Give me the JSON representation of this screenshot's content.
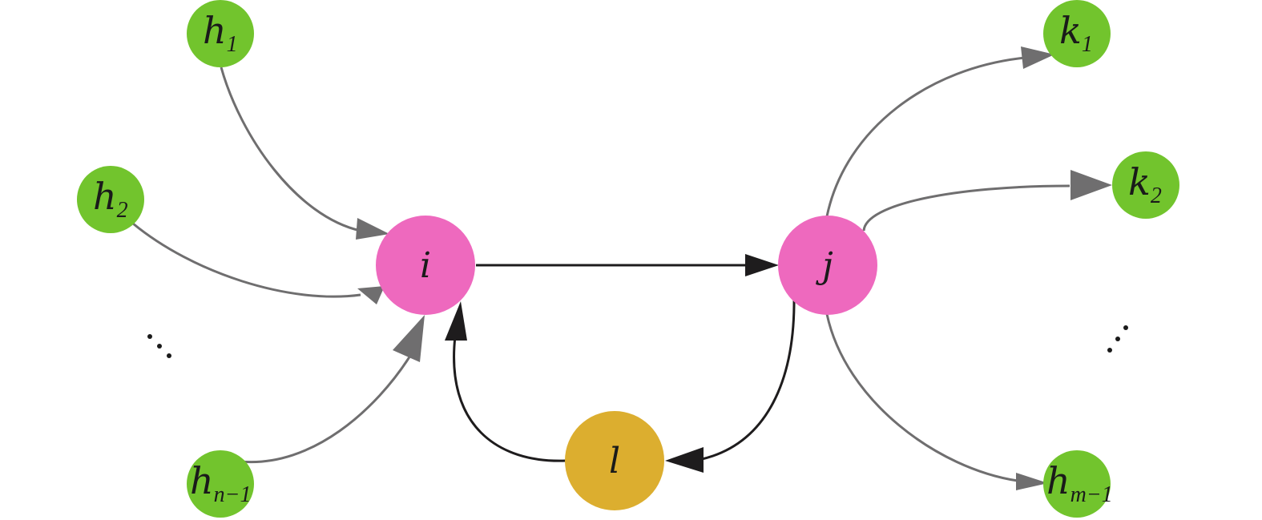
{
  "colors": {
    "green_node": "#72c42d",
    "pink_node": "#ee69be",
    "gold_node": "#dcae2f",
    "gray_edge": "#6f6e6f",
    "black_edge": "#1e1c1d",
    "label": "#1a1a1a"
  },
  "nodes": [
    {
      "id": "h1",
      "base": "h",
      "sub": "1",
      "kind": "green"
    },
    {
      "id": "h2",
      "base": "h",
      "sub": "2",
      "kind": "green"
    },
    {
      "id": "hn1",
      "base": "h",
      "sub": "n−1",
      "kind": "green"
    },
    {
      "id": "i",
      "base": "i",
      "sub": "",
      "kind": "pink"
    },
    {
      "id": "j",
      "base": "j",
      "sub": "",
      "kind": "pink"
    },
    {
      "id": "l",
      "base": "l",
      "sub": "",
      "kind": "gold"
    },
    {
      "id": "k1",
      "base": "k",
      "sub": "1",
      "kind": "green"
    },
    {
      "id": "k2",
      "base": "k",
      "sub": "2",
      "kind": "green"
    },
    {
      "id": "hm1",
      "base": "h",
      "sub": "m−1",
      "kind": "green"
    }
  ],
  "edges": [
    {
      "from": "h1",
      "to": "i",
      "style": "gray"
    },
    {
      "from": "h2",
      "to": "i",
      "style": "gray"
    },
    {
      "from": "hn1",
      "to": "i",
      "style": "gray"
    },
    {
      "from": "i",
      "to": "j",
      "style": "black"
    },
    {
      "from": "j",
      "to": "l",
      "style": "black"
    },
    {
      "from": "l",
      "to": "i",
      "style": "black"
    },
    {
      "from": "j",
      "to": "k1",
      "style": "gray"
    },
    {
      "from": "j",
      "to": "k2",
      "style": "gray"
    },
    {
      "from": "j",
      "to": "hm1",
      "style": "gray"
    }
  ],
  "ellipses": [
    {
      "side": "left",
      "glyph": "⋱"
    },
    {
      "side": "right",
      "glyph": "⋰"
    }
  ]
}
